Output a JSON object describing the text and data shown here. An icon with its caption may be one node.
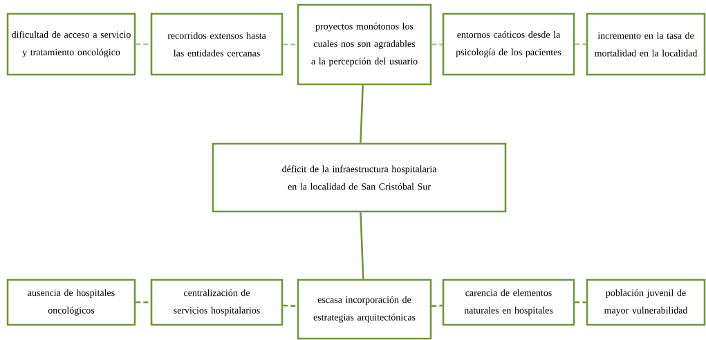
{
  "diagram": {
    "nodes": [
      {
        "text": [
          "dificultad de acceso a servicio y tratamiento oncológico"
        ]
      },
      {
        "text": [
          "recorridos extensos hasta las entidades cercanas"
        ]
      },
      {
        "text": [
          "proyectos monótonos los cuales nos son agradables a la percepción del usuario"
        ]
      },
      {
        "text": [
          "entornos caóticos desde la psicología de los pacientes"
        ]
      },
      {
        "text": [
          "incremento en la tasa de mortalidad en la localidad"
        ]
      },
      {
        "text": [
          "déficit de la infraestructura hospitalaria en la localidad de San Cristóbal Sur"
        ]
      },
      {
        "text": [
          "ausencia de hospitales oncológicos"
        ]
      },
      {
        "text": [
          "centralización de servicios hospitalarios"
        ]
      },
      {
        "text": [
          "escasa incorporación de estrategias arquitectónicas"
        ]
      },
      {
        "text": [
          "carencia de elementos naturales en hospitales"
        ]
      },
      {
        "text": [
          "población juvenil de mayor vulnerabilidad"
        ]
      }
    ],
    "edges": [
      {
        "from": 0,
        "to": 1,
        "arrow": "none",
        "style": "dashed",
        "color": "#a9c78f"
      },
      {
        "from": 1,
        "to": 2,
        "arrow": "none",
        "style": "dashed",
        "color": "#a9c78f"
      },
      {
        "from": 2,
        "to": 3,
        "arrow": "none",
        "style": "dashed",
        "color": "#a9c78f"
      },
      {
        "from": 3,
        "to": 4,
        "arrow": "none",
        "style": "dashed",
        "color": "#a9c78f"
      },
      {
        "from": 2,
        "to": 5,
        "arrow": "none"
      },
      {
        "from": 5,
        "to": 8,
        "arrow": "none"
      },
      {
        "from": 6,
        "to": 7,
        "arrow": "none",
        "style": "dashed"
      },
      {
        "from": 7,
        "to": 8,
        "arrow": "none",
        "style": "dashed"
      },
      {
        "from": 8,
        "to": 9,
        "arrow": "none",
        "style": "dashed"
      },
      {
        "from": 9,
        "to": 10,
        "arrow": "none",
        "style": "dashed"
      }
    ]
  }
}
